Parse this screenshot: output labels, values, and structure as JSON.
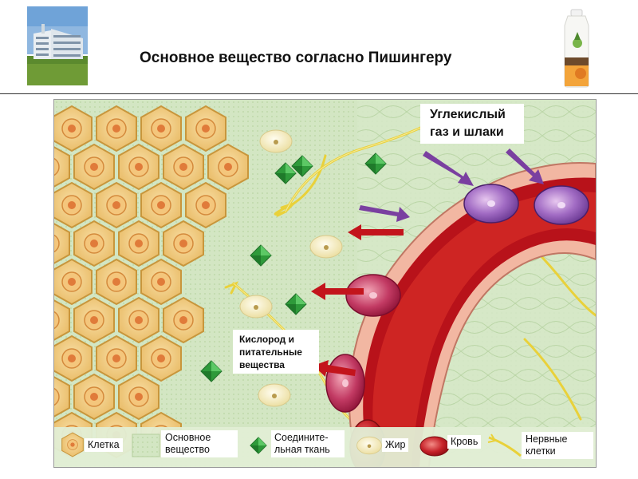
{
  "slide": {
    "title": "Основное вещество согласно Пишингеру"
  },
  "callouts": {
    "waste_line1": "Углекислый",
    "waste_line2": "газ и шлаки",
    "nutrients_line1": "Кислород и",
    "nutrients_line2": "питательные",
    "nutrients_line3": "вещества"
  },
  "legend": {
    "cell": "Клетка",
    "matrix_line1": "Основное",
    "matrix_line2": "вещество",
    "connective_line1": "Соедините-",
    "connective_line2": "льная ткань",
    "fat": "Жир",
    "blood": "Кровь",
    "nerve_line1": "Нервные",
    "nerve_line2": "клетки"
  },
  "colors": {
    "matrix_green": "#d3e6c3",
    "cell_gold": "#f0c97c",
    "blood_red": "#c3141c",
    "connective_green": "#2e9a3a",
    "fat_cream": "#f5efc8",
    "waste_purple": "#7a3fa0",
    "nerve_yellow": "#e9d13a"
  }
}
